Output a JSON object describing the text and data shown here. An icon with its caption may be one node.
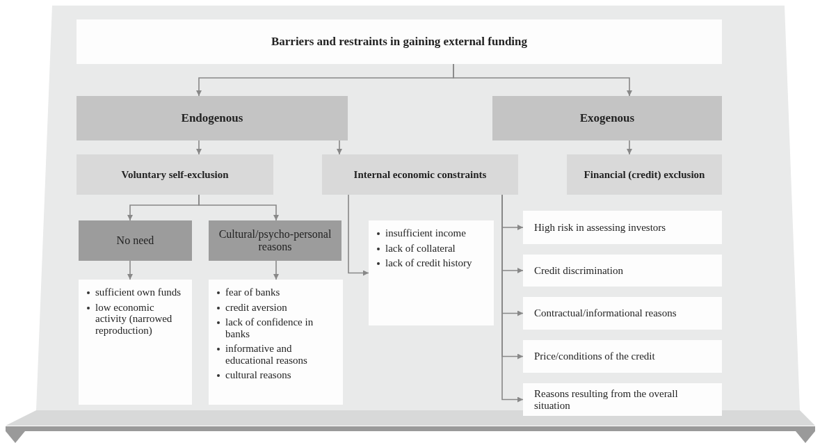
{
  "diagram": {
    "nodes": [
      {
        "text": [
          "Barriers and restraints in gaining external funding"
        ]
      },
      {
        "text": [
          "Endogenous"
        ]
      },
      {
        "text": [
          "Exogenous"
        ]
      },
      {
        "text": [
          "Voluntary self-exclusion"
        ]
      },
      {
        "text": [
          "Internal economic constraints"
        ]
      },
      {
        "text": [
          "Financial (credit) exclusion"
        ]
      },
      {
        "text": [
          "No need"
        ]
      },
      {
        "text": [
          "Cultural/psycho-personal reasons"
        ]
      },
      {
        "text": [
          "sufficient own funds",
          "low economic activity (narrowed reproduction)"
        ]
      },
      {
        "text": [
          "fear of banks",
          "credit aversion",
          "lack of confidence in banks",
          "informative and educational reasons",
          "cultural reasons"
        ]
      },
      {
        "text": [
          "insufficient income",
          "lack of collateral",
          "lack of credit history"
        ]
      },
      {
        "text": [
          "High risk in assessing investors"
        ]
      },
      {
        "text": [
          "Credit discrimination"
        ]
      },
      {
        "text": [
          "Contractual/informational reasons"
        ]
      },
      {
        "text": [
          "Price/conditions of the credit"
        ]
      },
      {
        "text": [
          "Reasons resulting from the overall situation"
        ]
      }
    ],
    "edges": [
      {
        "from": 0,
        "to": 1,
        "arrow": "to"
      },
      {
        "from": 0,
        "to": 2,
        "arrow": "to"
      },
      {
        "from": 1,
        "to": 3,
        "arrow": "to"
      },
      {
        "from": 1,
        "to": 4,
        "arrow": "to"
      },
      {
        "from": 2,
        "to": 5,
        "arrow": "to"
      },
      {
        "from": 3,
        "to": 6,
        "arrow": "to"
      },
      {
        "from": 3,
        "to": 7,
        "arrow": "to"
      },
      {
        "from": 6,
        "to": 8,
        "arrow": "to"
      },
      {
        "from": 7,
        "to": 9,
        "arrow": "to"
      },
      {
        "from": 4,
        "to": 10,
        "arrow": "to"
      },
      {
        "from": 4,
        "to": 11,
        "arrow": "to"
      },
      {
        "from": 4,
        "to": 12,
        "arrow": "to"
      },
      {
        "from": 4,
        "to": 13,
        "arrow": "to"
      },
      {
        "from": 4,
        "to": 14,
        "arrow": "to"
      },
      {
        "from": 4,
        "to": 15,
        "arrow": "to"
      }
    ]
  }
}
